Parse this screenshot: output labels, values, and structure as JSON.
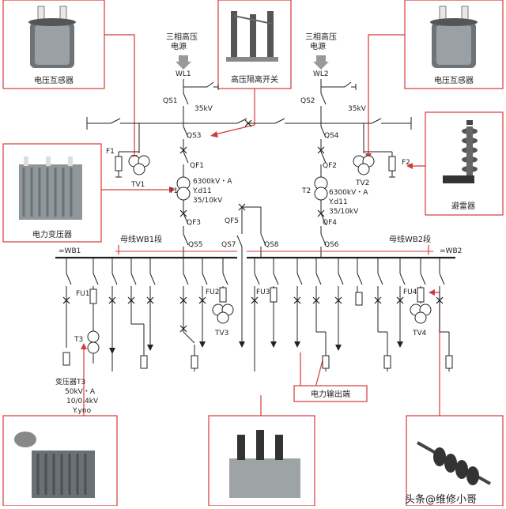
{
  "sources": {
    "left_1": "三相高压",
    "left_2": "电源",
    "right_1": "三相高压",
    "right_2": "电源",
    "wl1": "WL1",
    "wl2": "WL2"
  },
  "captions": {
    "pt_left": "电压互感器",
    "disconnector": "高压隔离开关",
    "pt_right": "电压互感器",
    "power_transformer": "电力变压器",
    "arrester": "避雷器",
    "busbar_wb1_section": "母线WB1段",
    "busbar_wb2_section": "母线WB2段",
    "outgoing_feeders": "电力输出端",
    "transformer_t3": "变压器T3"
  },
  "voltage_35kv_left": "35kV",
  "voltage_35kv_right": "35kV",
  "switches": {
    "qs1": "QS1",
    "qs2": "QS2",
    "qs3": "QS3",
    "qs4": "QS4",
    "qs5": "QS5",
    "qs6": "QS6",
    "qs7": "QS7",
    "qs8": "QS8",
    "qf1": "QF1",
    "qf2": "QF2",
    "qf3": "QF3",
    "qf4": "QF4",
    "qf5": "QF5"
  },
  "devices": {
    "f1": "F1",
    "f2": "F2",
    "tv1": "TV1",
    "tv2": "TV2",
    "tv3": "TV3",
    "tv4": "TV4",
    "t1": "T1",
    "t2": "T2",
    "t3": "T3",
    "fu1": "FU1",
    "fu2": "FU2",
    "fu3": "FU3",
    "fu4": "FU4",
    "wb1": "=WB1",
    "wb2": "=WB2"
  },
  "t1_rating": [
    "6300kV・A",
    "Y.d11",
    "35/10kV"
  ],
  "t2_rating": [
    "6300kV・A",
    "Y.d11",
    "35/10kV"
  ],
  "t3_rating": [
    "50kV・A",
    "10/0.4kV",
    "Y.yno"
  ],
  "watermark": "头条@维修小哥"
}
